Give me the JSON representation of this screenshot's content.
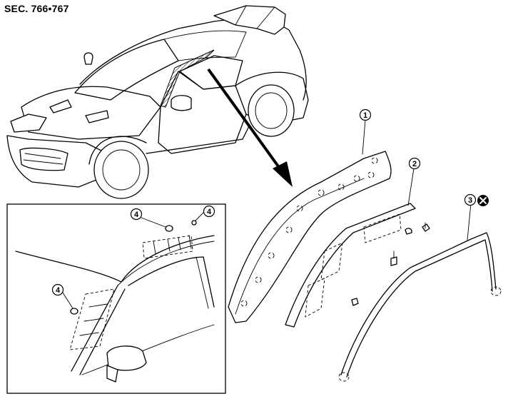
{
  "section_label": "SEC. 766•767",
  "callouts": [
    {
      "id": "part-1",
      "number": "1"
    },
    {
      "id": "part-2",
      "number": "2"
    },
    {
      "id": "part-3",
      "number": "3"
    },
    {
      "id": "clip-4a",
      "number": "4"
    },
    {
      "id": "clip-4b",
      "number": "4"
    },
    {
      "id": "clip-4c",
      "number": "4"
    }
  ],
  "symbols": {
    "do_not_reuse": "do-not-reuse-icon"
  }
}
